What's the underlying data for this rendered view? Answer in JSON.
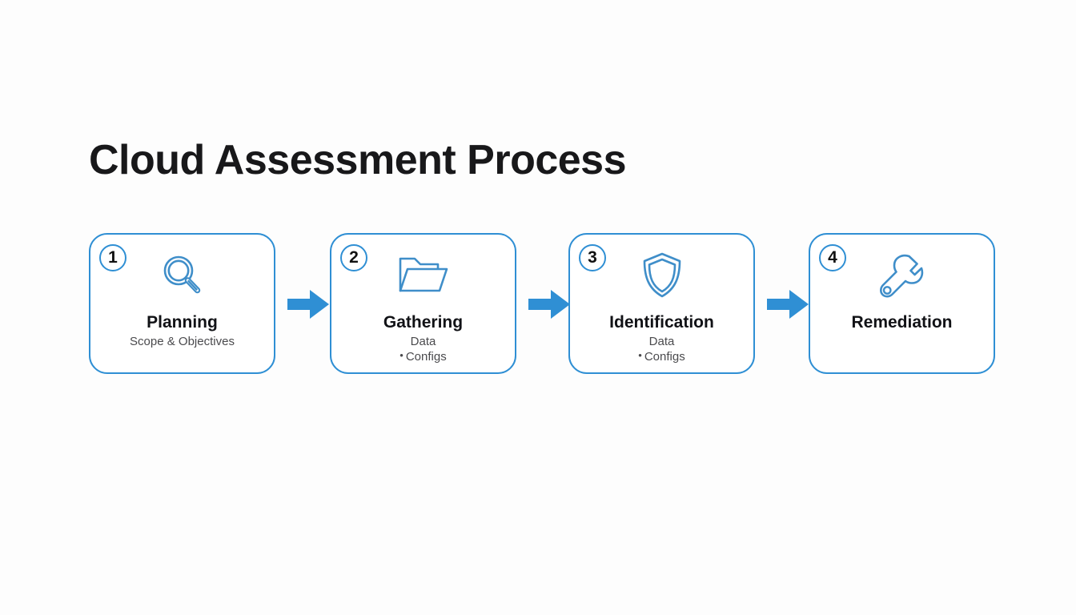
{
  "slide": {
    "title": "Cloud Assessment Process",
    "background_color": "#fdfdfd",
    "accent_color": "#2f8fd4",
    "title_color": "#18181a",
    "subtitle_color": "#4a4a4d"
  },
  "steps": [
    {
      "number": "1",
      "title": "Planning",
      "icon": "magnifier-icon",
      "subtitles": [
        "Scope & Objectives"
      ],
      "bulleted": [
        false
      ]
    },
    {
      "number": "2",
      "title": "Gathering",
      "icon": "folder-icon",
      "subtitles": [
        "Data",
        "Configs"
      ],
      "bulleted": [
        false,
        true
      ]
    },
    {
      "number": "3",
      "title": "Identification",
      "icon": "shield-icon",
      "subtitles": [
        "Data",
        "Configs"
      ],
      "bulleted": [
        false,
        true
      ]
    },
    {
      "number": "4",
      "title": "Remediation",
      "icon": "wrench-icon",
      "subtitles": [],
      "bulleted": []
    }
  ],
  "connectors": [
    {
      "name": "arrow-1-to-2",
      "direction": "right"
    },
    {
      "name": "arrow-2-to-3",
      "direction": "right"
    },
    {
      "name": "arrow-3-to-4",
      "direction": "right"
    }
  ]
}
